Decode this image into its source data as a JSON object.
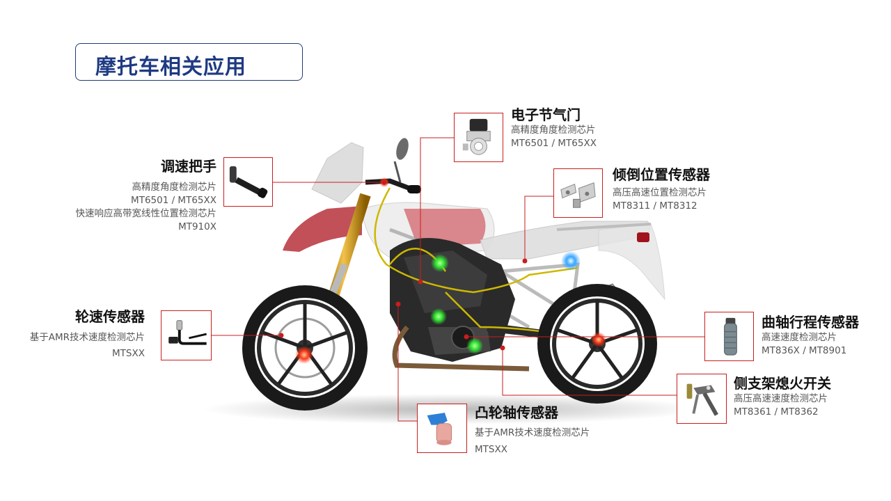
{
  "page": {
    "title": "摩托车相关应用"
  },
  "colors": {
    "accent": "#c81e1e",
    "title": "#1e3a82",
    "wire": "#c9b400",
    "sensor_glow": "#3cff3c",
    "fork_gold": "#c89414"
  },
  "callouts": [
    {
      "id": "throttle",
      "name": "电子节气门",
      "lines": [
        "高精度角度检测芯片",
        "MT6501 / MT65XX"
      ],
      "icon": "throttle-body-icon"
    },
    {
      "id": "grip",
      "name": "调速把手",
      "lines": [
        "高精度角度检测芯片",
        "MT6501 / MT65XX",
        "快速响应高带宽线性位置检测芯片",
        "MT910X"
      ],
      "icon": "throttle-grip-icon"
    },
    {
      "id": "tilt",
      "name": "倾倒位置传感器",
      "lines": [
        "高压高速位置检测芯片",
        "MT8311 / MT8312"
      ],
      "icon": "tilt-sensor-icon"
    },
    {
      "id": "wheel",
      "name": "轮速传感器",
      "lines": [
        "基于AMR技术速度检测芯片",
        "MTSXX"
      ],
      "icon": "wheel-speed-sensor-icon"
    },
    {
      "id": "crank",
      "name": "曲轴行程传感器",
      "lines": [
        "高速速度检测芯片",
        "MT836X / MT8901"
      ],
      "icon": "crank-sensor-icon"
    },
    {
      "id": "cam",
      "name": "凸轮轴传感器",
      "lines": [
        "基于AMR技术速度检测芯片",
        "MTSXX"
      ],
      "icon": "cam-sensor-icon"
    },
    {
      "id": "stand",
      "name": "侧支架熄火开关",
      "lines": [
        "高压高速速度检测芯片",
        "MT8361 / MT8362"
      ],
      "icon": "side-stand-switch-icon"
    }
  ]
}
